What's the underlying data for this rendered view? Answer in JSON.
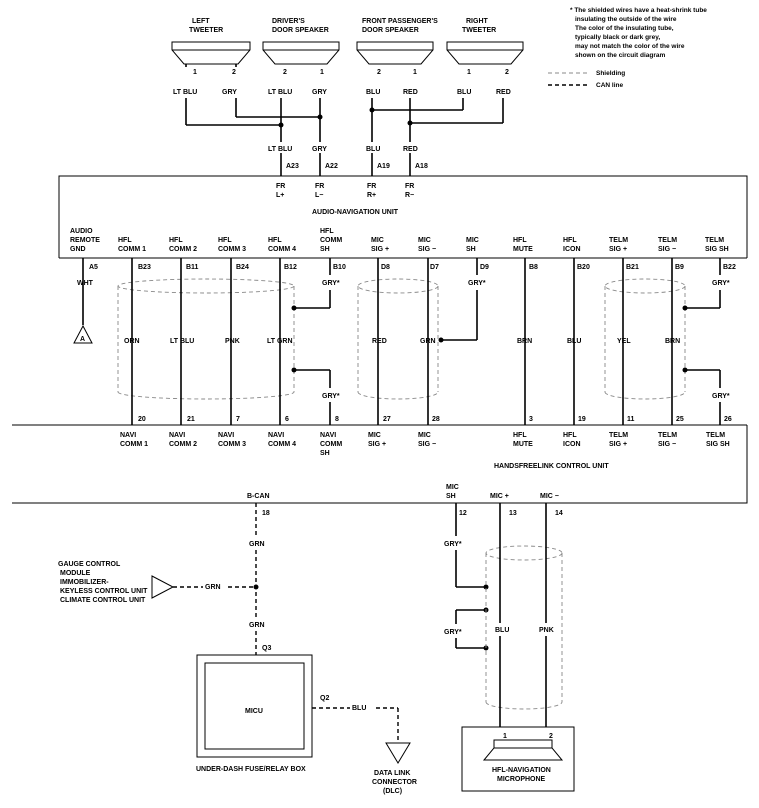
{
  "notes": {
    "shield_note_lines": [
      "* The shielded wires have a heat-shrink tube",
      "insulating the outside of the wire",
      "The color of the insulating tube,",
      "typically black or dark grey,",
      "may not match the color of the wire",
      "shown on the circuit diagram"
    ],
    "legend_shielding": "Shielding",
    "legend_can": "CAN line"
  },
  "speakers": [
    {
      "name1": "LEFT",
      "name2": "TWEETER",
      "pinA": "1",
      "pinB": "2",
      "wireA": "LT BLU",
      "wireB": "GRY"
    },
    {
      "name1": "DRIVER'S",
      "name2": "DOOR SPEAKER",
      "pinA": "2",
      "pinB": "1",
      "wireA": "LT BLU",
      "wireB": "GRY"
    },
    {
      "name1": "FRONT PASSENGER'S",
      "name2": "DOOR SPEAKER",
      "pinA": "2",
      "pinB": "1",
      "wireA": "BLU",
      "wireB": "RED"
    },
    {
      "name1": "RIGHT",
      "name2": "TWEETER",
      "pinA": "1",
      "pinB": "2",
      "wireA": "BLU",
      "wireB": "RED"
    }
  ],
  "audio_top": [
    {
      "wire": "LT BLU",
      "pin": "A23",
      "sig1": "FR",
      "sig2": "L+"
    },
    {
      "wire": "GRY",
      "pin": "A22",
      "sig1": "FR",
      "sig2": "L−"
    },
    {
      "wire": "BLU",
      "pin": "A19",
      "sig1": "FR",
      "sig2": "R+"
    },
    {
      "wire": "RED",
      "pin": "A18",
      "sig1": "FR",
      "sig2": "R−"
    }
  ],
  "audio_unit_label": "AUDIO-NAVIGATION UNIT",
  "audio_bottom": [
    {
      "l1": "AUDIO",
      "l2": "REMOTE",
      "l3": "GND",
      "pin": "A5",
      "wire": "WHT"
    },
    {
      "l1": "HFL",
      "l2": "COMM 1",
      "l3": "",
      "pin": "B23",
      "wire": "ORN"
    },
    {
      "l1": "HFL",
      "l2": "COMM 2",
      "l3": "",
      "pin": "B11",
      "wire": "LT BLU"
    },
    {
      "l1": "HFL",
      "l2": "COMM 3",
      "l3": "",
      "pin": "B24",
      "wire": "PNK"
    },
    {
      "l1": "HFL",
      "l2": "COMM 4",
      "l3": "",
      "pin": "B12",
      "wire": "LT GRN"
    },
    {
      "l1": "HFL",
      "l2": "COMM",
      "l3": "SH",
      "pin": "B10",
      "wire": "GRY*"
    },
    {
      "l1": "MIC",
      "l2": "SIG +",
      "l3": "",
      "pin": "D8",
      "wire": "RED"
    },
    {
      "l1": "MIC",
      "l2": "SIG −",
      "l3": "",
      "pin": "D7",
      "wire": "GRN"
    },
    {
      "l1": "MIC",
      "l2": "SH",
      "l3": "",
      "pin": "D9",
      "wire": "GRY*"
    },
    {
      "l1": "HFL",
      "l2": "MUTE",
      "l3": "",
      "pin": "B8",
      "wire": "BRN"
    },
    {
      "l1": "HFL",
      "l2": "ICON",
      "l3": "",
      "pin": "B20",
      "wire": "BLU"
    },
    {
      "l1": "TELM",
      "l2": "SIG +",
      "l3": "",
      "pin": "B21",
      "wire": "YEL"
    },
    {
      "l1": "TELM",
      "l2": "SIG −",
      "l3": "",
      "pin": "B9",
      "wire": "BRN"
    },
    {
      "l1": "TELM",
      "l2": "SIG SH",
      "l3": "",
      "pin": "B22",
      "wire": "GRY*"
    }
  ],
  "ground_ref": "A",
  "hfl_pins": [
    {
      "pin": "20",
      "l1": "NAVI",
      "l2": "COMM 1",
      "l3": ""
    },
    {
      "pin": "21",
      "l1": "NAVI",
      "l2": "COMM 2",
      "l3": ""
    },
    {
      "pin": "7",
      "l1": "NAVI",
      "l2": "COMM 3",
      "l3": ""
    },
    {
      "pin": "6",
      "l1": "NAVI",
      "l2": "COMM 4",
      "l3": ""
    },
    {
      "pin": "8",
      "l1": "NAVI",
      "l2": "COMM",
      "l3": "SH"
    },
    {
      "pin": "27",
      "l1": "MIC",
      "l2": "SIG +",
      "l3": ""
    },
    {
      "pin": "28",
      "l1": "MIC",
      "l2": "SIG −",
      "l3": ""
    },
    {
      "pin": "3",
      "l1": "HFL",
      "l2": "MUTE",
      "l3": ""
    },
    {
      "pin": "19",
      "l1": "HFL",
      "l2": "ICON",
      "l3": ""
    },
    {
      "pin": "11",
      "l1": "TELM",
      "l2": "SIG +",
      "l3": ""
    },
    {
      "pin": "25",
      "l1": "TELM",
      "l2": "SIG −",
      "l3": ""
    },
    {
      "pin": "26",
      "l1": "TELM",
      "l2": "SIG SH",
      "l3": ""
    }
  ],
  "hfl_shield_wires": [
    "GRY*",
    "GRY*"
  ],
  "hfl_unit_label": "HANDSFREELINK CONTROL UNIT",
  "hfl_bottom": {
    "bcan_label": "B-CAN",
    "bcan_pin": "18",
    "micsh_l1": "MIC",
    "micsh_l2": "SH",
    "micsh_pin": "12",
    "micp_label": "MIC +",
    "micp_pin": "13",
    "micm_label": "MIC −",
    "micm_pin": "14"
  },
  "can_wires": {
    "upper": "GRN",
    "mid": "GRN",
    "lower": "GRN"
  },
  "gauge_lines": [
    "GAUGE CONTROL",
    "MODULE",
    "IMMOBILIZER-",
    "KEYLESS CONTROL UNIT",
    "CLIMATE CONTROL UNIT"
  ],
  "micu": {
    "connector": "Q3",
    "label": "MICU",
    "box_label": "UNDER-DASH FUSE/RELAY BOX",
    "out_pin": "Q2",
    "out_wire": "BLU"
  },
  "dlc": [
    "DATA LINK",
    "CONNECTOR",
    "(DLC)"
  ],
  "mic_wires": {
    "sh1": "GRY*",
    "sh2": "GRY*",
    "plus": "BLU",
    "minus": "PNK"
  },
  "mic_unit": {
    "pin1": "1",
    "pin2": "2",
    "l1": "HFL-NAVIGATION",
    "l2": "MICROPHONE"
  }
}
